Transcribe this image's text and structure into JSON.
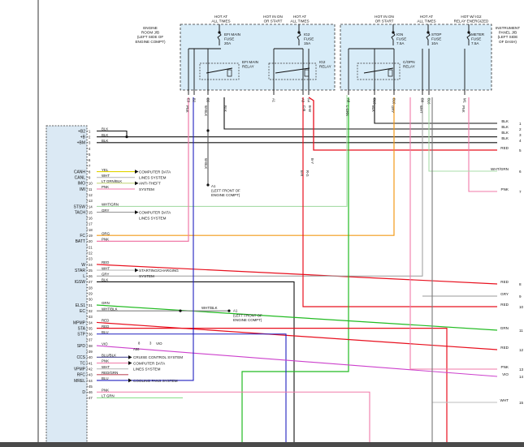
{
  "colors": {
    "BLK": "#111111",
    "RED": "#e8101e",
    "YEL": "#e2d400",
    "WHT": "#bdbdbd",
    "LT GRN/BLK": "#c8d880",
    "PNK": "#f07aa8",
    "WHT/GRN": "#a8dca8",
    "GRY": "#9a9a9a",
    "ORG": "#f29a18",
    "GRN": "#22bb22",
    "WHT/BLK": "#808080",
    "BLU": "#2020c0",
    "VIO": "#cc40cc",
    "BLU/BLK": "#50509a",
    "RED/GRN": "#c05060",
    "LT GRN": "#90e090",
    "BRN": "#8a5a2a",
    "box_fill": "#d8ecf8",
    "ecm_fill": "#dbe9f4"
  },
  "boxes": {
    "engine_room": {
      "label": [
        "ENGINE",
        "ROOM J/B",
        "(LEFT SIDE OF",
        "ENGINE COMPT)"
      ],
      "col1": [
        "HOT AT",
        "ALL TIMES"
      ],
      "col2": [
        "HOT IN ON",
        "OR START"
      ],
      "col3": [
        "HOT AT",
        "ALL TIMES"
      ],
      "fuse1": [
        "EFI MAIN",
        "FUSE",
        "20A"
      ],
      "fuse2": [
        "IG2",
        "FUSE",
        "15A"
      ],
      "relay1": [
        "EFI MAIN",
        "RELAY"
      ],
      "relay2": [
        "IG2",
        "RELAY"
      ],
      "pins": [
        "E3",
        "B2",
        "B5",
        "A1",
        "A3",
        "A4"
      ],
      "wires": [
        "PNK",
        "BLK",
        "W-BLK",
        "C-B",
        "B-W"
      ]
    },
    "instrument_panel": {
      "label": [
        "INSTRUMENT",
        "PANEL J/B",
        "(LEFT SIDE",
        "OF DASH)"
      ],
      "col1": [
        "HOT IN ON",
        "OR START"
      ],
      "col2": [
        "HOT AT",
        "ALL TIMES"
      ],
      "col3": [
        "HOT W/ IG2",
        "RELAY ENERGIZED"
      ],
      "fuse1": [
        "IGN",
        "FUSE",
        "7.5A"
      ],
      "fuse2": [
        "STOP",
        "FUSE",
        "10A"
      ],
      "fuse3": [
        "METER",
        "FUSE",
        "7.5A"
      ],
      "relay": [
        "C/OPN",
        "RELAY"
      ],
      "pins": [
        "A8",
        "B13",
        "B10",
        "B9",
        "B16",
        "M1"
      ],
      "wires": [
        "L-GRN",
        "BLK",
        "GRY",
        "WHT",
        "PNK"
      ]
    }
  },
  "ecm_pins": [
    {
      "row": 1,
      "label": "+B2",
      "wire": "BLK"
    },
    {
      "row": 2,
      "label": "+B",
      "wire": "BLK"
    },
    {
      "row": 3,
      "label": "+BM",
      "wire": "BLK"
    },
    {
      "row": 4,
      "label": "",
      "wire": ""
    },
    {
      "row": 5,
      "label": "",
      "wire": ""
    },
    {
      "row": 6,
      "label": "",
      "wire": ""
    },
    {
      "row": 7,
      "label": "",
      "wire": ""
    },
    {
      "row": 8,
      "label": "CANH",
      "wire": "YEL"
    },
    {
      "row": 9,
      "label": "CANL",
      "wire": "WHT"
    },
    {
      "row": 10,
      "label": "IMO",
      "wire": "LT GRN/BLK"
    },
    {
      "row": 11,
      "label": "IMI",
      "wire": "PNK"
    },
    {
      "row": 12,
      "label": "",
      "wire": ""
    },
    {
      "row": 13,
      "label": "",
      "wire": ""
    },
    {
      "row": 14,
      "label": "STSW",
      "wire": "WHT/GRN"
    },
    {
      "row": 15,
      "label": "TACH",
      "wire": "GRY"
    },
    {
      "row": 16,
      "label": "",
      "wire": ""
    },
    {
      "row": 17,
      "label": "",
      "wire": ""
    },
    {
      "row": 18,
      "label": "",
      "wire": ""
    },
    {
      "row": 19,
      "label": "FC",
      "wire": "ORG"
    },
    {
      "row": 20,
      "label": "BATT",
      "wire": "PNK"
    },
    {
      "row": 21,
      "label": "",
      "wire": ""
    },
    {
      "row": 22,
      "label": "",
      "wire": ""
    },
    {
      "row": 23,
      "label": "",
      "wire": ""
    },
    {
      "row": 24,
      "label": "W",
      "wire": "RED"
    },
    {
      "row": 25,
      "label": "STAR",
      "wire": "WHT"
    },
    {
      "row": 26,
      "label": "L",
      "wire": "GRY"
    },
    {
      "row": 27,
      "label": "IGSW",
      "wire": "BLK"
    },
    {
      "row": 28,
      "label": "",
      "wire": ""
    },
    {
      "row": 29,
      "label": "",
      "wire": ""
    },
    {
      "row": 30,
      "label": "",
      "wire": ""
    },
    {
      "row": 31,
      "label": "ELS1",
      "wire": "GRN"
    },
    {
      "row": 32,
      "label": "EC",
      "wire": "WHT/BLK"
    },
    {
      "row": 33,
      "label": "",
      "wire": ""
    },
    {
      "row": 34,
      "label": "MPMP",
      "wire": "RED"
    },
    {
      "row": 35,
      "label": "STA",
      "wire": "RED"
    },
    {
      "row": 36,
      "label": "STP",
      "wire": "BLU"
    },
    {
      "row": 37,
      "label": "",
      "wire": ""
    },
    {
      "row": 38,
      "label": "SPD",
      "wire": "VIO"
    },
    {
      "row": 39,
      "label": "",
      "wire": ""
    },
    {
      "row": 40,
      "label": "CCS",
      "wire": "BLU/BLK"
    },
    {
      "row": 41,
      "label": "TC",
      "wire": "PNK"
    },
    {
      "row": 42,
      "label": "VPMP",
      "wire": "WHT"
    },
    {
      "row": 43,
      "label": "RFC",
      "wire": "RED/GRN"
    },
    {
      "row": 44,
      "label": "MREL",
      "wire": "BLU"
    },
    {
      "row": 45,
      "label": "",
      "wire": ""
    },
    {
      "row": 46,
      "label": "D",
      "wire": "PNK"
    },
    {
      "row": 47,
      "label": "",
      "wire": "LT GRN"
    }
  ],
  "destinations": [
    {
      "row": 8,
      "text": "COMPUTER DATA"
    },
    {
      "row": 9,
      "text": "LINES SYSTEM"
    },
    {
      "row": 10,
      "text": "ANTI-THEFT"
    },
    {
      "row": 11,
      "text": "SYSTEM"
    },
    {
      "row": 15,
      "text": "COMPUTER DATA"
    },
    {
      "row": 16,
      "text": "LINES SYSTEM"
    },
    {
      "row": 25,
      "text": "STARTING/CHARGING"
    },
    {
      "row": 26,
      "text": "SYSTEM"
    },
    {
      "row": 40,
      "text": "CRUISE CONTROL SYSTEM"
    },
    {
      "row": 41,
      "text": "COMPUTER DATA"
    },
    {
      "row": 42,
      "text": "LINES SYSTEM"
    },
    {
      "row": 44,
      "text": "COOLING FANS SYSTEM"
    }
  ],
  "right_outputs": [
    {
      "num": "1",
      "wire": "BLK"
    },
    {
      "num": "2",
      "wire": "BLK"
    },
    {
      "num": "3",
      "wire": "BLK"
    },
    {
      "num": "4",
      "wire": "BLK"
    },
    {
      "num": "5",
      "wire": "RED"
    },
    {
      "num": "6",
      "wire": "WHT/GRN"
    },
    {
      "num": "7",
      "wire": "PNK"
    },
    {
      "num": "8",
      "wire": "RED"
    },
    {
      "num": "9",
      "wire": "GRY"
    },
    {
      "num": "10",
      "wire": "RED"
    },
    {
      "num": "11",
      "wire": "GRN"
    },
    {
      "num": "12",
      "wire": "RED"
    },
    {
      "num": "13",
      "wire": "PNK"
    },
    {
      "num": "14",
      "wire": "VIO"
    },
    {
      "num": "15",
      "wire": "WHT"
    }
  ],
  "vertical_labels": [
    "W-BLK",
    "B-R",
    "R-G",
    "B-Y"
  ],
  "splices": [
    {
      "id": "a1",
      "text": [
        "A1",
        "(LEFT FRONT OF",
        "ENGINE COMPT)"
      ]
    },
    {
      "id": "a2",
      "text": [
        "A1",
        "(LEFT FRONT OF",
        "ENGINE COMPT)"
      ]
    }
  ],
  "inline_labels": {
    "ec_wire": "WHT/BLK",
    "spd_connector": "A66",
    "spd_wire": "VIO",
    "spd_pins": [
      "8",
      "3"
    ]
  }
}
